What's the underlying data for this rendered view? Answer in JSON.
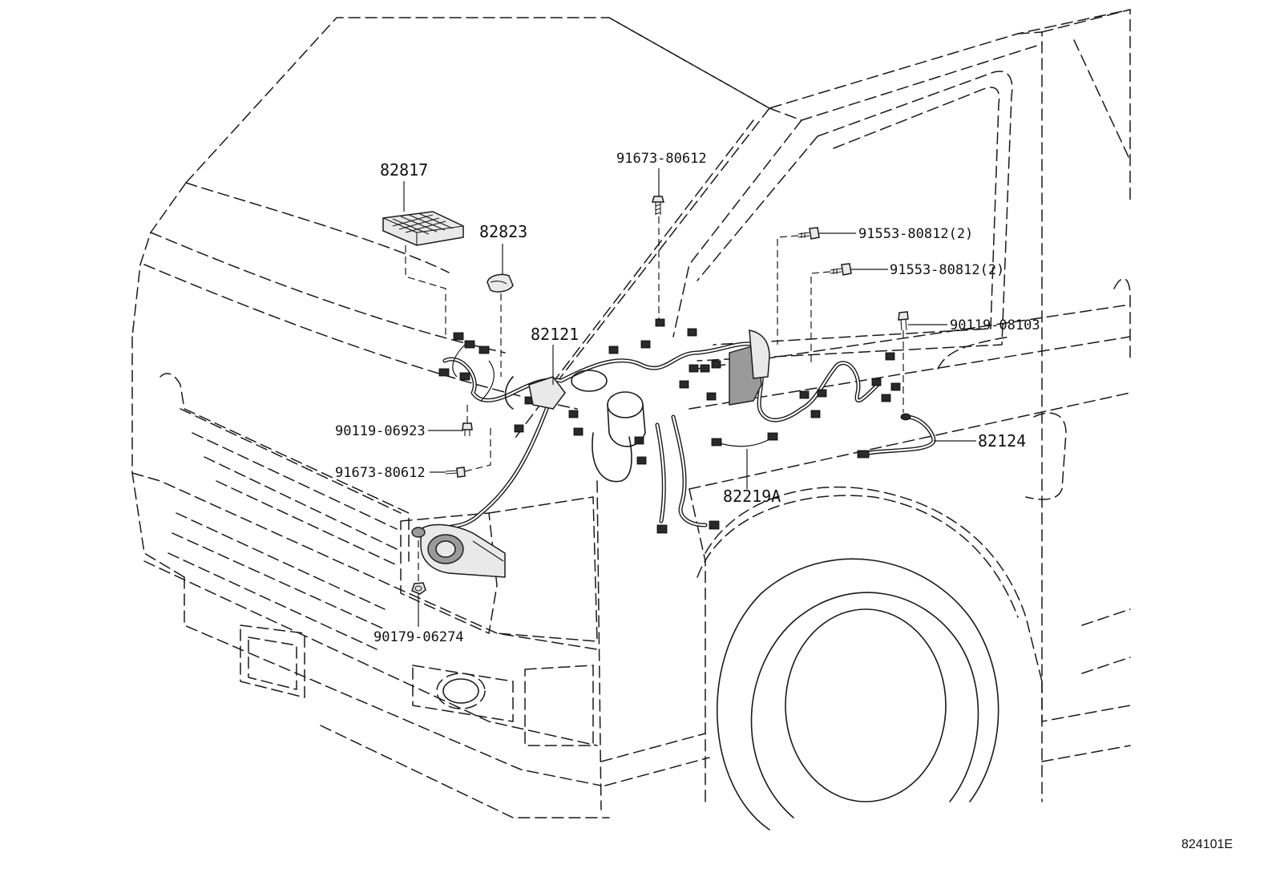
{
  "figure_id": "824101E",
  "callouts": {
    "p82817": "82817",
    "p82823": "82823",
    "p82121": "82121",
    "p91673_top": "91673-80612",
    "p91553_a": "91553-80812(2)",
    "p91553_b": "91553-80812(2)",
    "p90119_08103": "90119-08103",
    "p90119_06923": "90119-06923",
    "p91673_left": "91673-80612",
    "p82124": "82124",
    "p82219A": "82219A",
    "p90179": "90179-06274"
  }
}
